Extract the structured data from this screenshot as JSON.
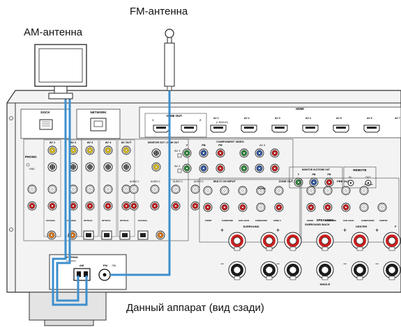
{
  "labels": {
    "fm_antenna": "FM-антенна",
    "am_antenna": "AM-антенна",
    "unit_rear": "Данный аппарат (вид сзади)"
  },
  "panel": {
    "dock": "DOCK",
    "network": "NETWORK",
    "hdmi": "HDMI",
    "hdmi_out": "HDMI OUT",
    "hdmi_out_nums": [
      "1",
      "2"
    ],
    "hdmi_in": [
      "AV 1",
      "AV 2",
      "AV 3",
      "AV 4",
      "AV 5",
      "AV 6",
      "AV 7"
    ],
    "hdmi_sub": "(1 BD/DVD)",
    "av_tops": [
      "AV 1",
      "AV 2",
      "AV 3",
      "AV 4",
      "AV OUT"
    ],
    "monitor_out": "MONITOR OUT / ZONE OUT",
    "component_video": "COMPONENT VIDEO",
    "comp_letters": [
      "Y",
      "PB",
      "PR"
    ],
    "comp_av": [
      "AV 1",
      "AV 2"
    ],
    "comp_av3": "AV 3",
    "monitor_zone": "MONITOR OUT/ZONE OUT",
    "remote": "REMOTE",
    "remote_io": [
      "IN",
      "OUT"
    ],
    "phono": "PHONO",
    "gnd": "GND",
    "audio_ins": [
      "AUDIO 1",
      "AUDIO 2",
      "AUDIO 3",
      "AUDIO 4"
    ],
    "multi_ch": "MULTI CH INPUT",
    "zone_out": "ZONE OUT",
    "pre_out": "PRE OUT",
    "pre_out_sub": "(SINGLE)",
    "bottom_tags": [
      "COAXIAL",
      "COAXIAL",
      "OPTICAL",
      "OPTICAL",
      "OPTICAL",
      "COAXIAL"
    ],
    "multi_tags": [
      "FRONT",
      "SURROUND",
      "SUR. BACK",
      "SUBWOOFER",
      "CENTER"
    ],
    "zone2": "ZONE 2",
    "pre_tags": [
      "FRONT",
      "SURROUND",
      "SUR. BACK",
      "SUBWOOFER",
      "CENTER"
    ],
    "antenna": "ANTENNA",
    "antenna_sub": "(4 RADIO)",
    "am": "AM",
    "fm": "FM",
    "fm_ohm": "75Ω",
    "speakers": "SPEAKERS",
    "spk_surround": "SURROUND",
    "spk_surround_back": "SURROUND BACK",
    "spk_center": "CENTER",
    "spk_single": "SINGLE",
    "spk_f": "F"
  },
  "colors": {
    "cable": "#3d8fce",
    "panel_fill": "#f1f1f1",
    "panel_stroke": "#333333",
    "red_jack": "#cc1f1f",
    "green_jack": "#2e8a3c",
    "blue_jack": "#2f5aa8",
    "yellow_jack": "#e0c21a",
    "orange_jack": "#e07a16"
  }
}
